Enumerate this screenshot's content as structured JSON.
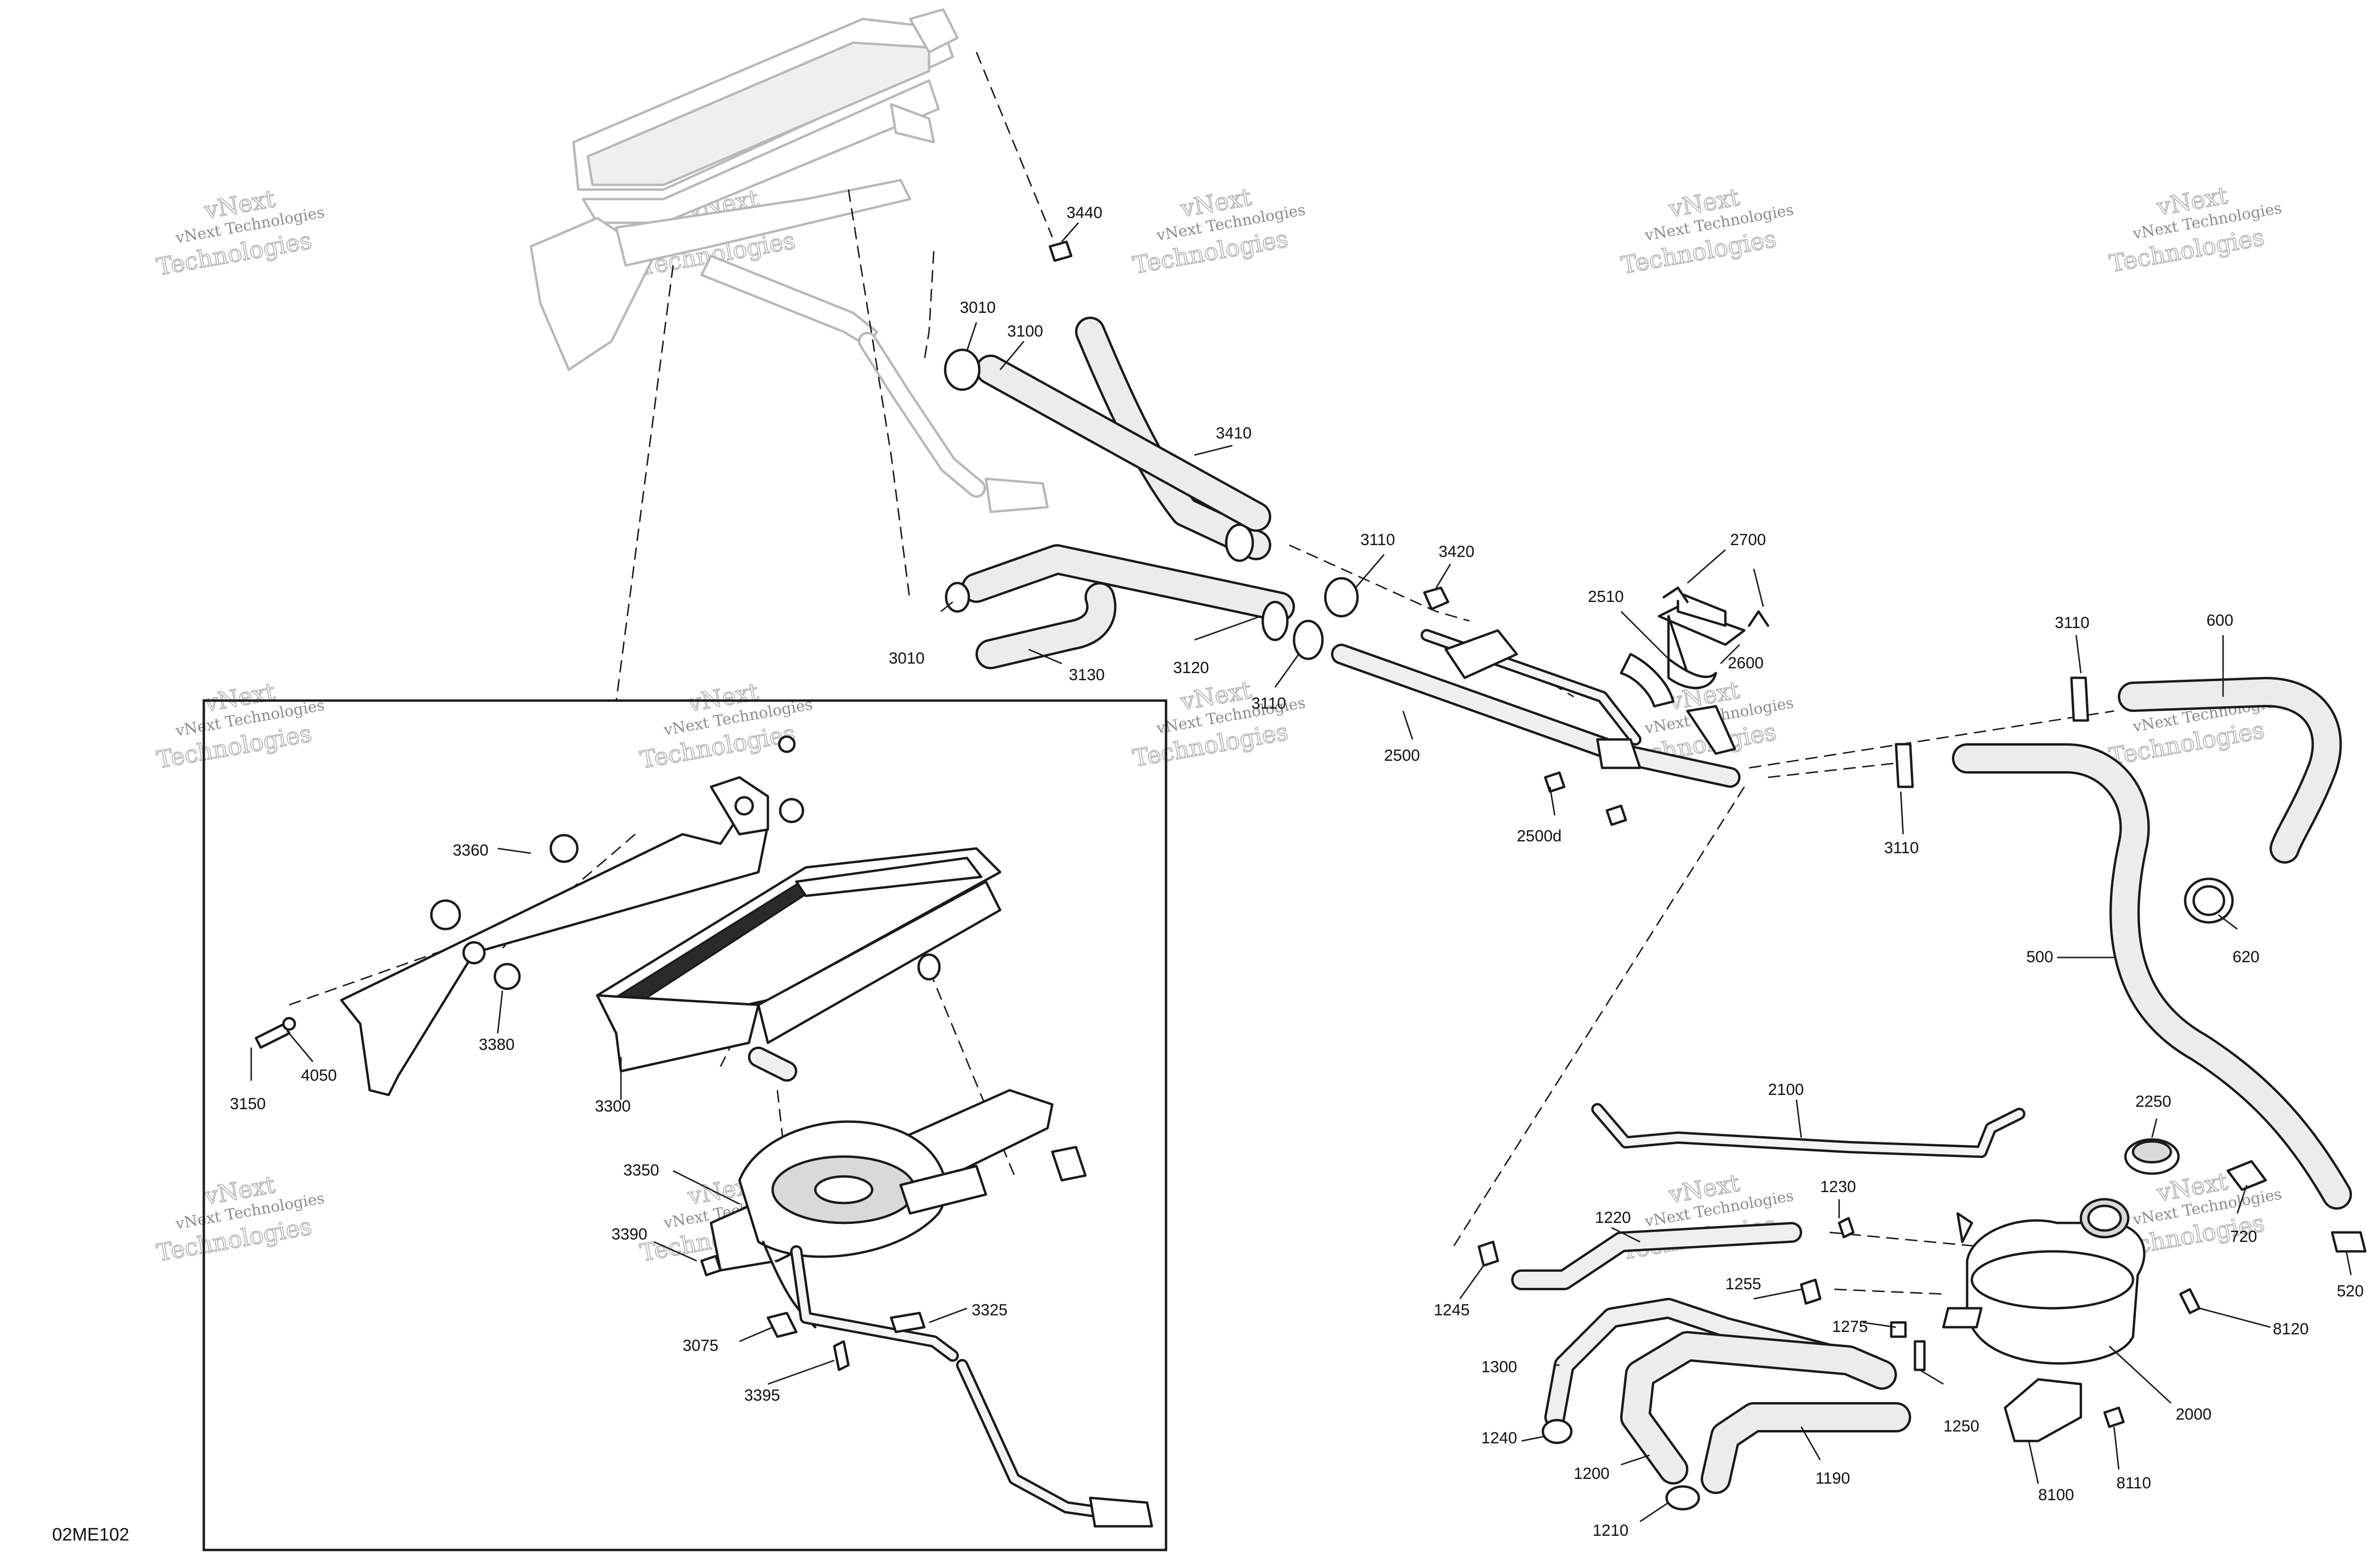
{
  "diagram_code": "02ME102",
  "watermark": {
    "line1": "vNext Technologies",
    "line2": "vNext",
    "line3": "Technologies"
  },
  "callouts": [
    "3440",
    "3010",
    "3100",
    "3410",
    "3110",
    "3420",
    "2700",
    "2510",
    "2600",
    "3010",
    "3130",
    "3120",
    "3110",
    "2500",
    "2500d",
    "3110",
    "600",
    "3110",
    "620",
    "500",
    "3360",
    "3380",
    "4050",
    "3150",
    "3300",
    "3350",
    "3390",
    "3325",
    "3075",
    "3395",
    "2100",
    "2250",
    "1230",
    "1220",
    "720",
    "520",
    "8120",
    "1255",
    "1245",
    "1275",
    "2000",
    "1300",
    "1250",
    "1240",
    "1200",
    "1190",
    "8100",
    "8110",
    "1210"
  ],
  "colors": {
    "line": "#1a1a1a",
    "ghost": "#b8b8b8",
    "shade": "#d9d9d9",
    "watermark": "#8c8c8c"
  }
}
